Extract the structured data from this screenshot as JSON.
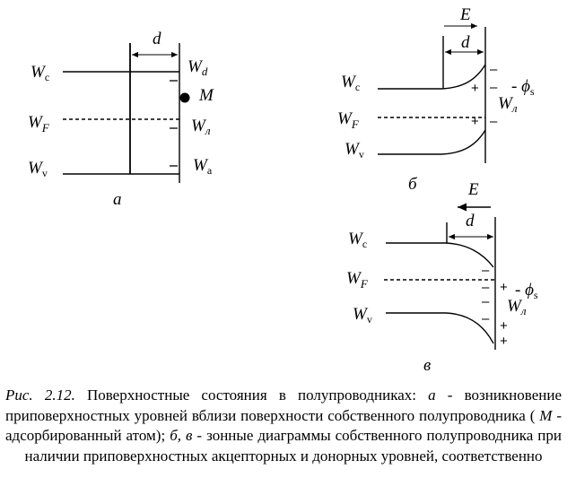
{
  "levels": {
    "wc": {
      "main": "W",
      "sub": "c"
    },
    "wf": {
      "main": "W",
      "sub": "F"
    },
    "wv": {
      "main": "W",
      "sub": "v"
    },
    "wd": {
      "main": "W",
      "sub": "d"
    },
    "wl": {
      "main": "W",
      "sub": "л"
    },
    "wa": {
      "main": "W",
      "sub": "a"
    },
    "m": "M",
    "d": "d",
    "e": "E",
    "phi": {
      "prefix": "- ϕ",
      "sub": "s"
    },
    "phi_v": {
      "prefix": "- ϕ",
      "sub": "s"
    }
  },
  "panels": {
    "a": "а",
    "b": "б",
    "v": "в"
  },
  "signs": {
    "minus": "–",
    "plus": "+"
  },
  "caption": {
    "fig": "Рис. 2.12.",
    "text1": " Поверхностные состояния в полупроводниках: ",
    "a": "а",
    "text2": " - возник­новение приповерхностных уровней вблизи поверхности собственного полупроводника ( ",
    "m": "М",
    "text3": " - адсорбированный атом);  ",
    "bv": "б, в",
    "text4": " - зонные диаграммы собственного полупроводника при наличии приповерхностных акцепторных и донорных  уровней, соответственно"
  }
}
